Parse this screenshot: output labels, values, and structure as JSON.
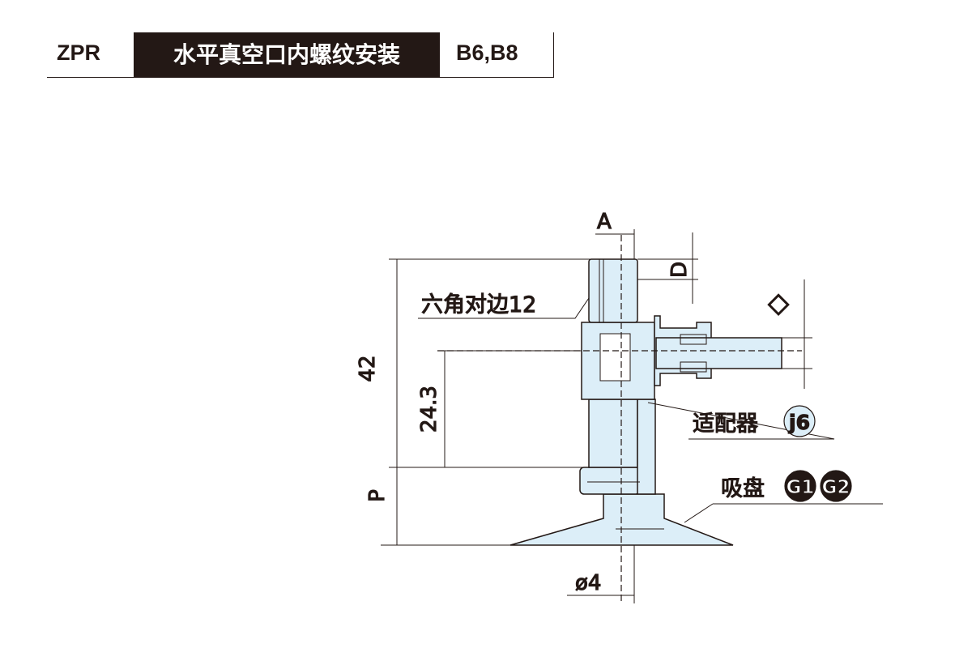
{
  "header": {
    "series": "ZPR",
    "title": "水平真空口内螺纹安装",
    "sizes": "B6,B8"
  },
  "dimensions": {
    "overall_height": "42",
    "port_height": "24.3",
    "pad_height": "P",
    "width_a": "A",
    "diameter_d": "D",
    "port_tube_symbol": "◇",
    "bore": "ø4"
  },
  "labels": {
    "hex": "六角对边12",
    "adapter": "适配器",
    "adapter_code": "j6",
    "pad": "吸盘",
    "pad_code_1": "G1",
    "pad_code_2": "G2"
  },
  "colors": {
    "part_fill": "#dceef8",
    "line": "#231815"
  }
}
